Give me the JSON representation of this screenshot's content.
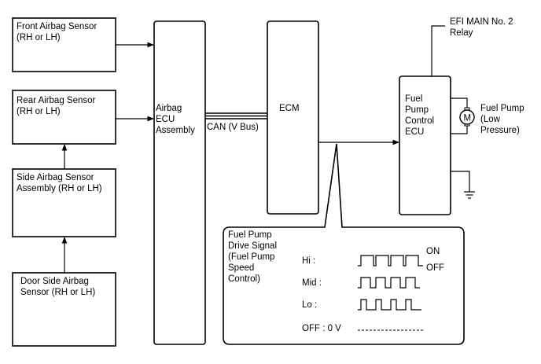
{
  "front_airbag_sensor": {
    "line1": "Front Airbag Sensor",
    "line2": "(RH or LH)"
  },
  "rear_airbag_sensor": {
    "line1": "Rear Airbag Sensor",
    "line2": "(RH or LH)"
  },
  "side_airbag_sensor": {
    "line1": "Side Airbag Sensor",
    "line2": "Assembly (RH or LH)"
  },
  "door_side_airbag_sensor": {
    "line1": "Door Side Airbag",
    "line2": "Sensor (RH or LH)"
  },
  "airbag_ecu": {
    "line1": "Airbag",
    "line2": "ECU",
    "line3": "Assembly"
  },
  "can_label": "CAN (V Bus)",
  "ecm": {
    "label": "ECM"
  },
  "relay": {
    "line1": "EFI MAIN No. 2",
    "line2": "Relay"
  },
  "fuel_pump_control_ecu": {
    "line1": "Fuel",
    "line2": "Pump",
    "line3": "Control",
    "line4": "ECU"
  },
  "fuel_pump": {
    "line1": "Fuel Pump",
    "line2": "(Low",
    "line3": "Pressure)",
    "motor_symbol": "M"
  },
  "callout": {
    "line1": "Fuel Pump",
    "line2": "Drive Signal",
    "line3": "(Fuel Pump",
    "line4": "Speed",
    "line5": "Control)",
    "hi_label": "Hi :",
    "mid_label": "Mid :",
    "lo_label": "Lo :",
    "off_label": "OFF : 0 V",
    "on_text": "ON",
    "off_text": "OFF"
  }
}
